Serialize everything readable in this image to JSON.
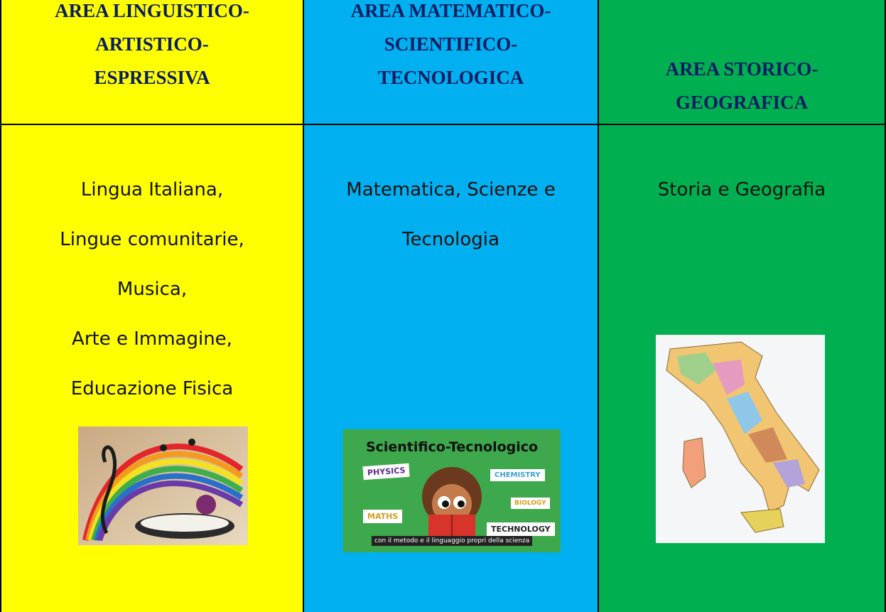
{
  "columns": [
    {
      "color": "#ffff00",
      "header": [
        "AREA LINGUISTICO-",
        "ARTISTICO-",
        "ESPRESSIVA"
      ],
      "subjects": [
        "Lingua Italiana,",
        "Lingue comunitarie,",
        "Musica,",
        "Arte e Immagine,",
        "Educazione Fisica"
      ],
      "image_icon": "music-rainbow-illustration"
    },
    {
      "color": "#00b0f0",
      "header": [
        "AREA MATEMATICO-",
        "SCIENTIFICO-",
        "TECNOLOGICA"
      ],
      "subjects": [
        "Matematica, Scienze e",
        "Tecnologia"
      ],
      "image_icon": "stem-reading-illustration",
      "banner": {
        "title": "Scientifico-Tecnologico",
        "tags": [
          "PHYSICS",
          "CHEMISTRY",
          "BIOLOGY",
          "MATHS",
          "TECHNOLOGY"
        ],
        "caption": "con il metodo e il linguaggio propri della scienza"
      }
    },
    {
      "color": "#00b050",
      "header": [
        "AREA STORICO-",
        "GEOGRAFICA"
      ],
      "subjects": [
        "Storia e Geografia"
      ],
      "image_icon": "italy-map-illustration"
    }
  ]
}
